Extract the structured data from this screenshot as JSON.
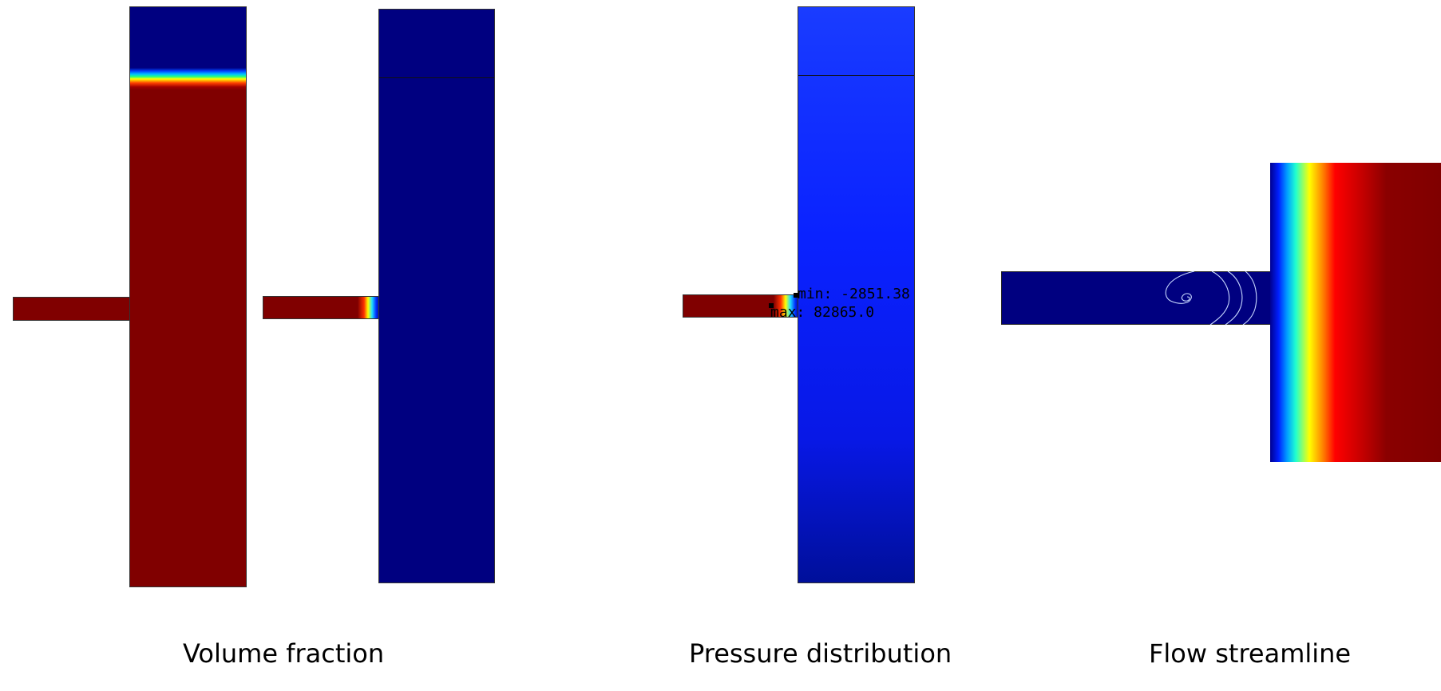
{
  "captions": {
    "volume_fraction": "Volume fraction",
    "pressure_distribution": "Pressure distribution",
    "flow_streamline": "Flow streamline"
  },
  "pressure_annotations": {
    "min_label": "min: -2851.38",
    "max_label": "max: 82865.0"
  },
  "colors": {
    "low": "#000080",
    "high": "#800000",
    "pressure_field": "#0a22ff",
    "background": "#ffffff"
  },
  "colormap": "jet"
}
